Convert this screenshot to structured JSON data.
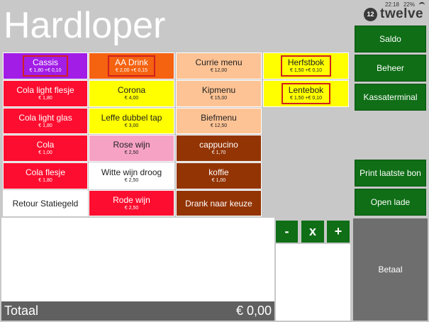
{
  "status": {
    "time": "22:18",
    "battery": "22%"
  },
  "logo": {
    "mark": "12",
    "text": "twelve"
  },
  "title": "Hardloper",
  "tiles": [
    {
      "name": "Cassis",
      "price": "€ 1,80 +€ 0,10"
    },
    {
      "name": "AA Drink",
      "price": "€ 2,00 +€ 0,15"
    },
    {
      "name": "Currie menu",
      "price": "€ 12,00"
    },
    {
      "name": "Herfstbok",
      "price": "€ 1,50 +€ 0,10"
    },
    {
      "name": "Cola light flesje",
      "price": "€ 1,80"
    },
    {
      "name": "Corona",
      "price": "€ 4,00"
    },
    {
      "name": "Kipmenu",
      "price": "€ 15,00"
    },
    {
      "name": "Lentebok",
      "price": "€ 1,50 +€ 0,10"
    },
    {
      "name": "Cola light glas",
      "price": "€ 1,80"
    },
    {
      "name": "Leffe dubbel tap",
      "price": "€ 3,00"
    },
    {
      "name": "Biefmenu",
      "price": "€ 12,50"
    },
    {
      "name": "Cola",
      "price": "€ 1,00"
    },
    {
      "name": "Rose wijn",
      "price": "€ 2,50"
    },
    {
      "name": "cappucino",
      "price": "€ 1,70"
    },
    {
      "name": "Cola flesje",
      "price": "€ 1,80"
    },
    {
      "name": "Witte wijn droog",
      "price": "€ 2,50"
    },
    {
      "name": "koffie",
      "price": "€ 1,00"
    },
    {
      "name": "Retour Statiegeld",
      "price": ""
    },
    {
      "name": "Rode wijn",
      "price": "€ 2,50"
    },
    {
      "name": "Drank naar keuze",
      "price": ""
    }
  ],
  "buttons": {
    "saldo": "Saldo",
    "beheer": "Beheer",
    "kassaterminal": "Kassaterminal",
    "print": "Print laatste bon",
    "open_lade": "Open lade",
    "betaal": "Betaal",
    "minus": "-",
    "times": "x",
    "plus": "+"
  },
  "totaal": {
    "label": "Totaal",
    "amount": "€ 0,00"
  },
  "colors": {
    "purple": "#a21de6",
    "orange": "#f56210",
    "peach": "#fdc394",
    "yellow": "#ffff00",
    "red": "#fd0d2f",
    "pink": "#f6a2c4",
    "white": "#ffffff",
    "brown": "#933405",
    "green": "#0f6e16",
    "gray": "#c8c8c8"
  }
}
